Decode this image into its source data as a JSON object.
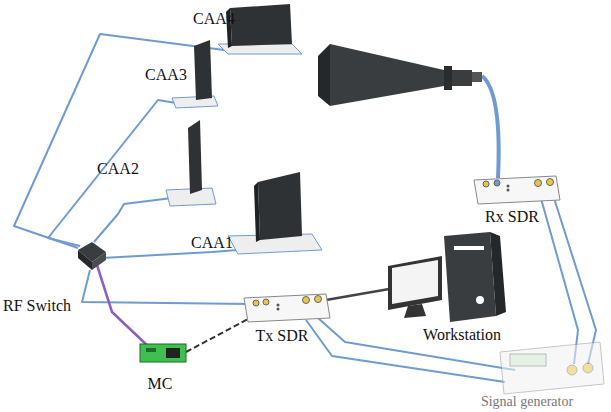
{
  "diagram": {
    "labels": [
      "CAA4",
      "CAA3",
      "CAA2",
      "CAA1",
      "RF Switch",
      "MC",
      "Tx SDR",
      "Rx SDR",
      "Workstation",
      "Signal generator"
    ]
  }
}
